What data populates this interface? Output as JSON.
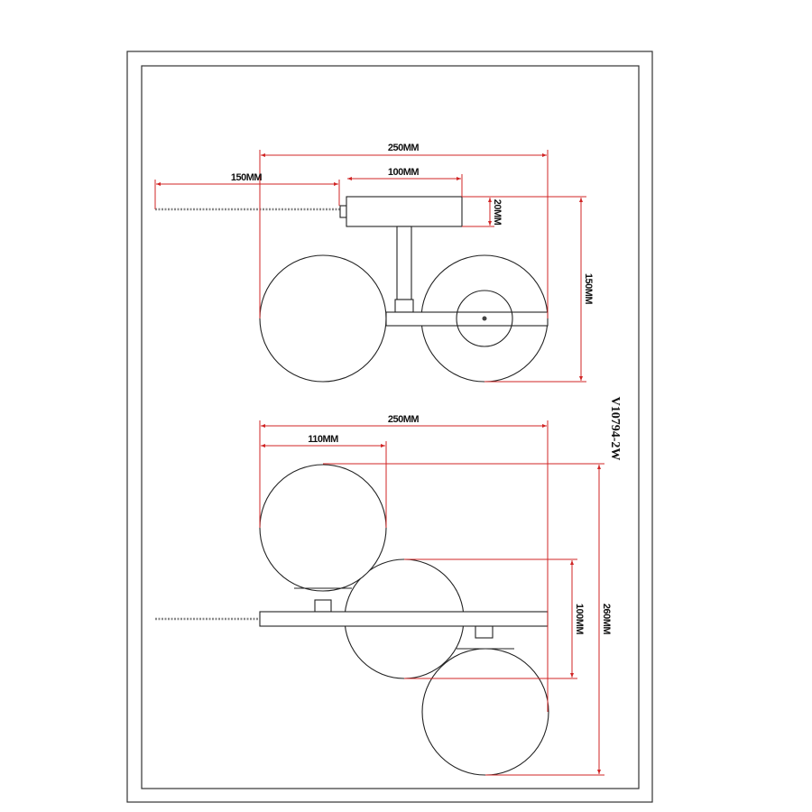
{
  "model": "V10794-2W",
  "top_view": {
    "overall_width": "250MM",
    "chain_length": "150MM",
    "canopy_width": "100MM",
    "canopy_height": "20MM",
    "overall_height": "150MM"
  },
  "front_view": {
    "overall_width": "250MM",
    "globe_diameter": "110MM",
    "offset": "100MM",
    "overall_height": "260MM"
  },
  "colors": {
    "dimension": "#d02525",
    "outline": "#222222"
  }
}
